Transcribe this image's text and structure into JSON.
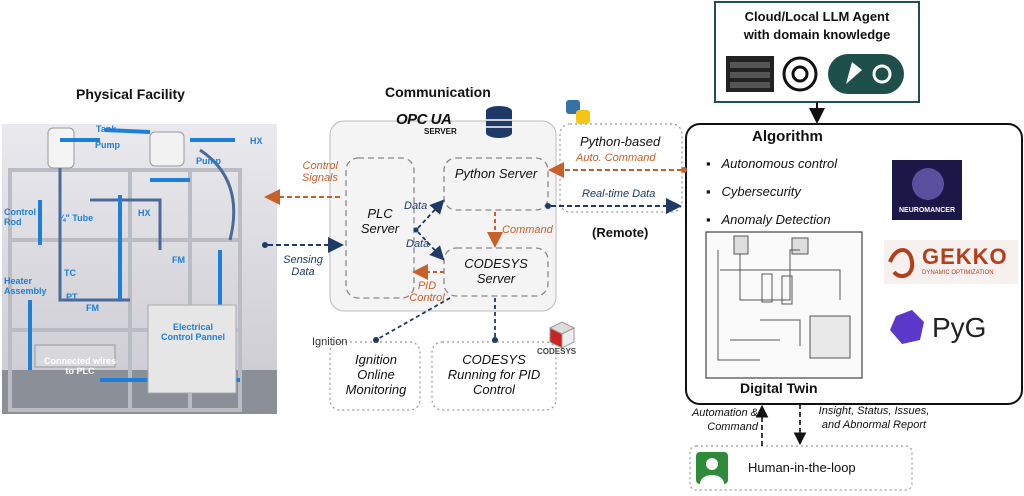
{
  "physical": {
    "title": "Physical Facility",
    "labels": [
      "Tank",
      "Pump",
      "HX",
      "Pump",
      "Control Rod",
      "¾\" Tube",
      "HX",
      "FM",
      "TC",
      "Heater Assembly",
      "PT",
      "FM",
      "Electrical Control Pannel",
      "Connected wires to PLC"
    ]
  },
  "communication": {
    "title": "Communication",
    "opc": "OPC UA",
    "opc_server": "SERVER",
    "plc_server": "PLC Server",
    "python_server": "Python Server",
    "codesys_server": "CODESYS Server",
    "data_label_1": "Data",
    "data_label_2": "Data",
    "command_label": "Command",
    "pid_control_label": "PID Control",
    "ignition_logo": "Ignition",
    "ignition_text": "Ignition Online Monitoring",
    "codesys_logo": "CODESYS",
    "codesys_text": "CODESYS Running for PID Control"
  },
  "arrows": {
    "control_signals": "Control Signals",
    "sensing_data": "Sensing Data",
    "python_based": "Python-based",
    "auto_command": "Auto. Command",
    "realtime_data": "Real-time Data",
    "remote": "(Remote)"
  },
  "llm": {
    "title_line1": "Cloud/Local LLM Agent",
    "title_line2": "with domain knowledge"
  },
  "algorithm": {
    "title": "Algorithm",
    "items": [
      "Autonomous control",
      "Cybersecurity",
      "Anomaly Detection"
    ],
    "neuromancer": "NEUROMANCER",
    "gekko": "GEKKO",
    "gekko_sub": "DYNAMIC OPTIMIZATION",
    "pyg": "PyG",
    "digital_twin": "Digital Twin"
  },
  "hitl": {
    "automation_command": "Automation & Command",
    "insight": "Insight, Status, Issues, and Abnormal Report",
    "label": "Human-in-the-loop"
  },
  "colors": {
    "orange": "#c8602a",
    "navy": "#1f3a66",
    "photo_blue": "#1e7fd8",
    "llm_border": "#1f4f5a"
  }
}
